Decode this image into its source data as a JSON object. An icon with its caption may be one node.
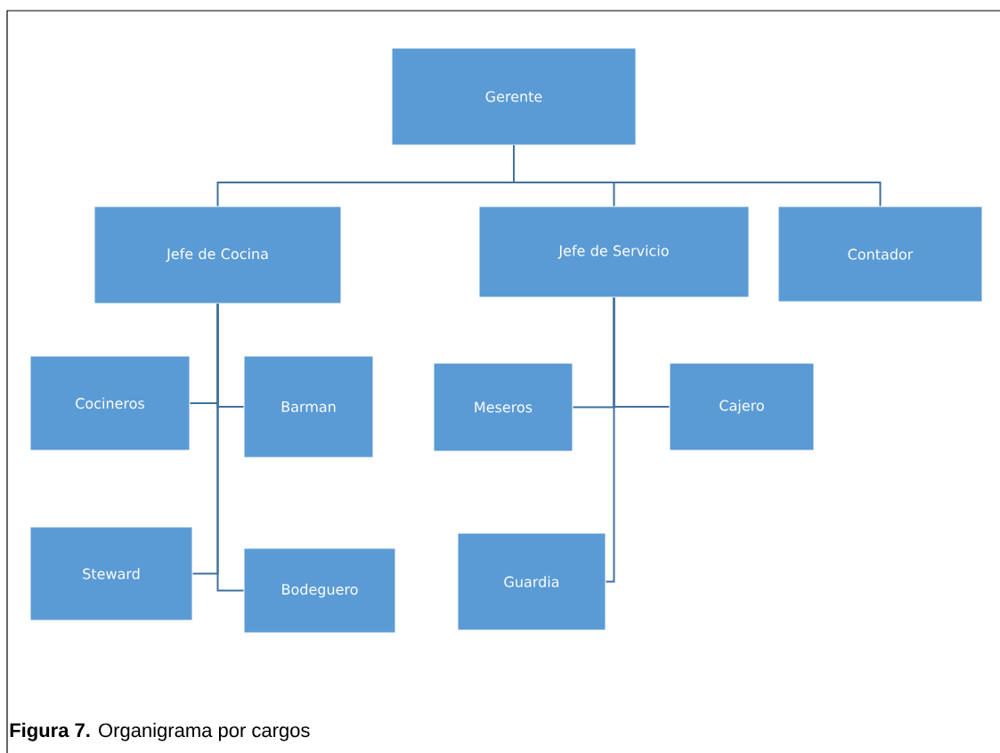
{
  "diagram": {
    "caption": "**Figura 7.** Organigrama por cargos",
    "nodes": [
      {
        "text": [
          "Gerente"
        ]
      },
      {
        "text": [
          "Jefe de Cocina"
        ]
      },
      {
        "text": [
          "Jefe de Servicio"
        ]
      },
      {
        "text": [
          "Contador"
        ]
      },
      {
        "text": [
          "Cocineros"
        ]
      },
      {
        "text": [
          "Barman"
        ]
      },
      {
        "text": [
          "Meseros"
        ]
      },
      {
        "text": [
          "Cajero"
        ]
      },
      {
        "text": [
          "Steward"
        ]
      },
      {
        "text": [
          "Bodeguero"
        ]
      },
      {
        "text": [
          "Guardia"
        ]
      }
    ],
    "edges": [
      {
        "from": 0,
        "to": 1,
        "arrow": "none"
      },
      {
        "from": 0,
        "to": 2,
        "arrow": "none"
      },
      {
        "from": 0,
        "to": 3,
        "arrow": "none"
      },
      {
        "from": 1,
        "to": 4,
        "arrow": "none"
      },
      {
        "from": 1,
        "to": 5,
        "arrow": "none"
      },
      {
        "from": 1,
        "to": 8,
        "arrow": "none"
      },
      {
        "from": 1,
        "to": 9,
        "arrow": "none"
      },
      {
        "from": 2,
        "to": 6,
        "arrow": "none"
      },
      {
        "from": 2,
        "to": 7,
        "arrow": "none"
      },
      {
        "from": 2,
        "to": 10,
        "arrow": "none"
      }
    ]
  }
}
